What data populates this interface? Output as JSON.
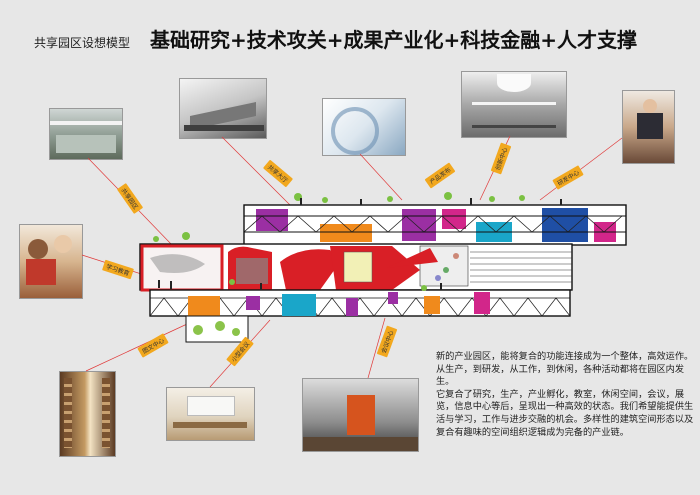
{
  "header": {
    "subtitle": "共享园区设想模型",
    "title": "基础研究+技术攻关+成果产业化+科技金融+人才支撑"
  },
  "tags": [
    "共享园区",
    "共享大厅",
    "产品发布",
    "创新中心",
    "研发中心",
    "学习教育",
    "图文中心",
    "会议中心",
    "小型会议"
  ],
  "description": {
    "p1": "新的产业园区，能将复合的功能连接成为一个整体，高效运作。从生产，到研发，从工作，到休闲，各种活动都将在园区内发生。",
    "p2": "它复合了研究，生产，产业孵化，教室，休闲空间，会议，展览，信息中心等后，呈现出一种高效的状态。我们希望能提供生活与学习，工作与进步交融的机会。多样性的建筑空间形态以及复合有趣味的空间组织逻辑成为完备的产业链。"
  },
  "colors": {
    "connector": "#e03a3a",
    "purple": "#9b2fa3",
    "orange": "#f08a1c",
    "cyan": "#1aa6c9",
    "blue": "#1f4fa5",
    "magenta": "#d2268a",
    "red": "#d91f26",
    "tag": "#f2a81e"
  }
}
